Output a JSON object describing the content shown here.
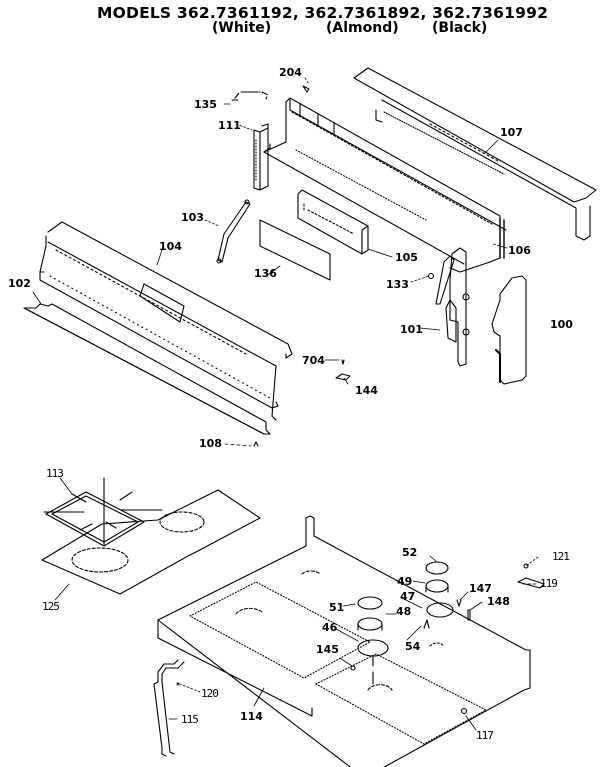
{
  "header": {
    "title": "MODELS 362.7361192, 362.7361892, 362.7361992",
    "variants": [
      "(White)",
      "(Almond)",
      "(Black)"
    ]
  },
  "diagram": {
    "type": "exploded parts diagram",
    "subject": "Range backguard, control panel and cooktop assembly",
    "callouts": [
      {
        "id": "204",
        "label": "204"
      },
      {
        "id": "135",
        "label": "135"
      },
      {
        "id": "111",
        "label": "111"
      },
      {
        "id": "107",
        "label": "107"
      },
      {
        "id": "103",
        "label": "103"
      },
      {
        "id": "104",
        "label": "104"
      },
      {
        "id": "105",
        "label": "105"
      },
      {
        "id": "106",
        "label": "106"
      },
      {
        "id": "136",
        "label": "136"
      },
      {
        "id": "133",
        "label": "133"
      },
      {
        "id": "102",
        "label": "102"
      },
      {
        "id": "101",
        "label": "101"
      },
      {
        "id": "100",
        "label": "100"
      },
      {
        "id": "704",
        "label": "704"
      },
      {
        "id": "144",
        "label": "144"
      },
      {
        "id": "108",
        "label": "108"
      },
      {
        "id": "113",
        "label": "113"
      },
      {
        "id": "125",
        "label": "125"
      },
      {
        "id": "52",
        "label": "52"
      },
      {
        "id": "121",
        "label": "121"
      },
      {
        "id": "49",
        "label": "49"
      },
      {
        "id": "147",
        "label": "147"
      },
      {
        "id": "119",
        "label": "119"
      },
      {
        "id": "51",
        "label": "51"
      },
      {
        "id": "48",
        "label": "48"
      },
      {
        "id": "148",
        "label": "148"
      },
      {
        "id": "47",
        "label": "47"
      },
      {
        "id": "46",
        "label": "46"
      },
      {
        "id": "54",
        "label": "54"
      },
      {
        "id": "145",
        "label": "145"
      },
      {
        "id": "120",
        "label": "120"
      },
      {
        "id": "115",
        "label": "115"
      },
      {
        "id": "114",
        "label": "114"
      },
      {
        "id": "117",
        "label": "117"
      }
    ]
  },
  "colors": {
    "ink": "#000000",
    "paper": "#ffffff"
  }
}
